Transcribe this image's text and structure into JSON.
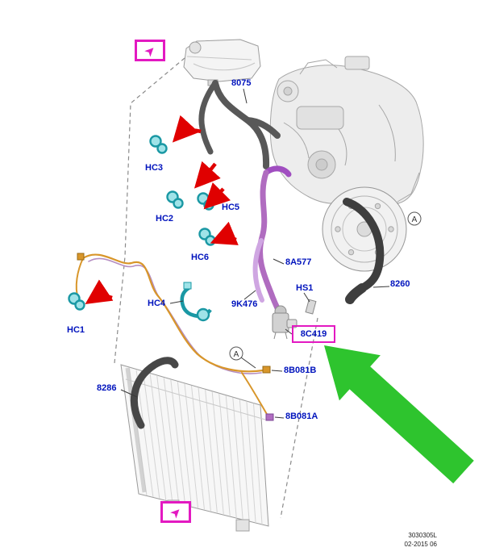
{
  "labels": {
    "p8075": "8075",
    "hc1": "HC1",
    "hc2": "HC2",
    "hc3": "HC3",
    "hc4": "HC4",
    "hc5": "HC5",
    "hc6": "HC6",
    "p8a577": "8A577",
    "hs1": "HS1",
    "p8260": "8260",
    "p9k476": "9K476",
    "p8c419": "8C419",
    "p8b081b": "8B081B",
    "p8b081a": "8B081A",
    "p8286": "8286"
  },
  "callouts": {
    "a": "A"
  },
  "footer": {
    "doc_id": "3030305L",
    "date": "02-2015 06"
  },
  "icons": {
    "nav_arrow": "➤"
  },
  "colors": {
    "label_text": "#0013bd",
    "highlight_magenta": "#e319c1",
    "green_arrow": "#2ec42e",
    "red_arrow": "#e00000",
    "teal_clip": "#1a98a4",
    "purple_hose": "#b06cc0",
    "lavender_hose": "#cfa6e2",
    "orange_harness": "#d8962a",
    "dark_hose": "#585858",
    "black_hose": "#3e3e3e"
  }
}
